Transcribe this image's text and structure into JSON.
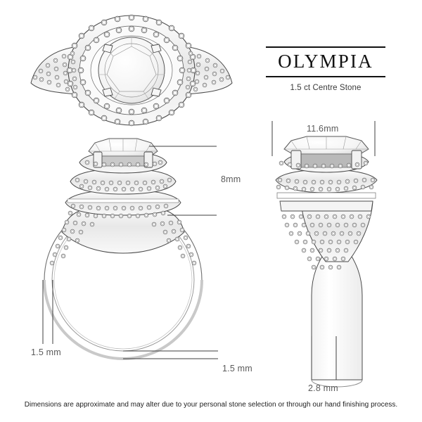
{
  "document": {
    "type": "jewellery-specification-drawing",
    "footer_note": "Dimensions are approximate and may alter due to your personal stone selection or through our hand finishing process."
  },
  "title_block": {
    "brand": "OLYMPIA",
    "subtitle": "1.5 ct Centre Stone"
  },
  "dimensions": {
    "head_height": "8mm",
    "band_thickness_left": "1.5 mm",
    "band_width_bottom": "1.5 mm",
    "head_width": "11.6mm",
    "shank_thickness": "2.8 mm"
  },
  "views": {
    "top": "top-view-ring",
    "front": "front-elevation-ring",
    "side": "side-profile-ring"
  },
  "colors": {
    "line": "#4a4a4a",
    "line_light": "#9a9a9a",
    "text": "#5a5a5a",
    "title": "#111111",
    "background": "#ffffff"
  }
}
